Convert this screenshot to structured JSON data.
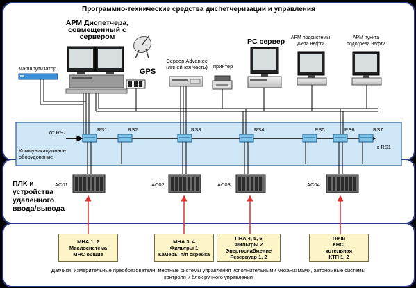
{
  "title": "Программно-технические средства диспетчеризации и управления",
  "top_devices": {
    "arm_dispatcher": "АРМ Диспетчера,\nсовмещенный с\nсервером",
    "router": "маршрутизатор",
    "gps": "GPS",
    "advantec": "Сервер Advantec\n(линейная часть)",
    "printer": "принтер",
    "pc_server": "PC сервер",
    "arm_oil": "АРМ подсистемы\nучета нефти",
    "arm_heating": "АРМ пункта\nподогрева нефти"
  },
  "comm": {
    "label": "Коммуникационное\nоборудование",
    "from_rs7": "от RS7",
    "to_rs1": "к RS1",
    "repeaters": [
      "RS1",
      "RS2",
      "RS3",
      "RS4",
      "RS5",
      "RS6",
      "RS7"
    ]
  },
  "plc": {
    "label": "ПЛК и\nустройства\nудаленного\nввода/вывода",
    "controllers": [
      "AC01",
      "AC02",
      "AC03",
      "AC04"
    ]
  },
  "field": {
    "boxes": [
      "МНА 1, 2\nМаслосистема\nМНС общие",
      "МНА 3, 4\nФильтры 1\nКамеры п/п скребка",
      "ПНА 4, 5, 6\nФильтры 2\nЭнергоснабжение\nРезервуар 1, 2",
      "Печи\nКНС,\nкотельная\nКТП 1, 2"
    ],
    "footer": "Датчики, измерительные преобразователи, местные системы управления исполнительными механизмами, автономные системы\nконтроля и блок ручного управления"
  },
  "colors": {
    "background": "#000000",
    "panel": "#ffffff",
    "comm_band": "#cfe6f7",
    "bus": "#000000",
    "field_link": "#e03030",
    "field_box": "#fdf5c8"
  }
}
